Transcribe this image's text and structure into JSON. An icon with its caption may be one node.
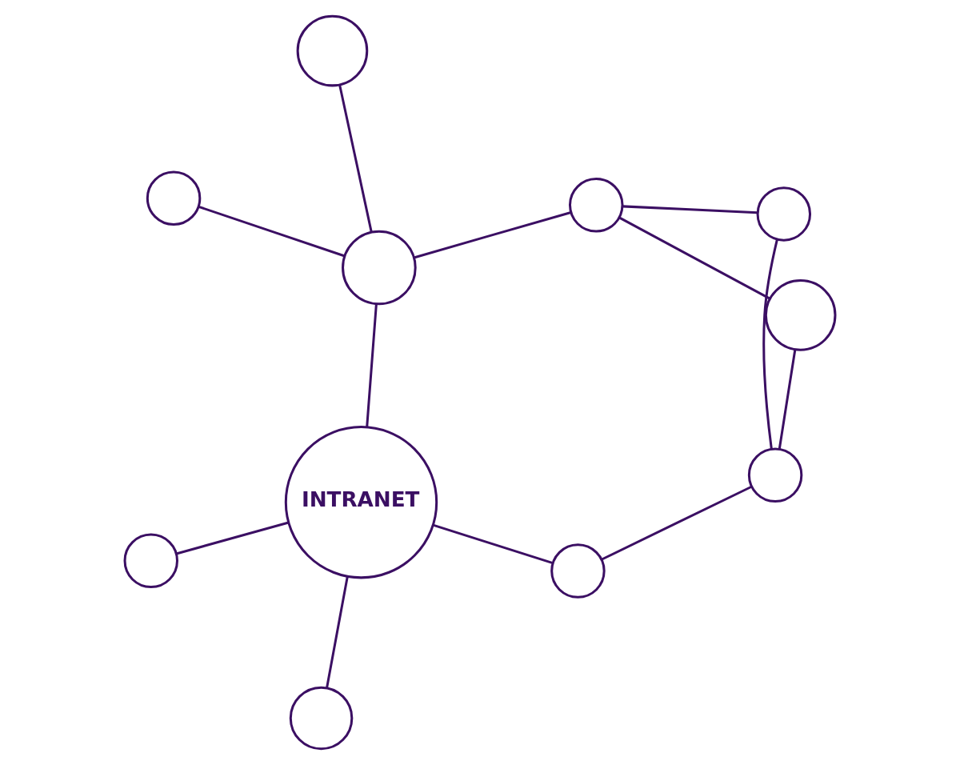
{
  "diagram": {
    "nodes": [
      {
        "text": [],
        "shape": "circle"
      },
      {
        "text": [],
        "shape": "circle"
      },
      {
        "text": [],
        "shape": "circle"
      },
      {
        "text": [],
        "shape": "circle"
      },
      {
        "text": [],
        "shape": "circle"
      },
      {
        "text": [],
        "shape": "circle"
      },
      {
        "text": [
          "INTRANET"
        ]
      },
      {
        "text": [],
        "shape": "circle"
      },
      {
        "text": [],
        "shape": "circle"
      },
      {
        "text": [],
        "shape": "circle"
      },
      {
        "text": [],
        "shape": "circle"
      }
    ],
    "edges": [
      {
        "from": 3,
        "to": 0,
        "arrow": "none"
      },
      {
        "from": 0,
        "to": 2,
        "arrow": "none"
      },
      {
        "from": 0,
        "to": 6,
        "arrow": "none"
      },
      {
        "from": 0,
        "to": 8,
        "arrow": "none"
      },
      {
        "from": 2,
        "to": 1,
        "arrow": "none"
      },
      {
        "from": 2,
        "to": 4,
        "arrow": "none"
      },
      {
        "from": 4,
        "to": 7,
        "arrow": "none"
      },
      {
        "from": 1,
        "to": 7,
        "arrow": "none"
      },
      {
        "from": 7,
        "to": 9,
        "arrow": "none"
      },
      {
        "from": 6,
        "to": 9,
        "arrow": "none"
      },
      {
        "from": 5,
        "to": 6,
        "arrow": "none"
      },
      {
        "from": 10,
        "to": 6,
        "arrow": "none"
      }
    ]
  }
}
